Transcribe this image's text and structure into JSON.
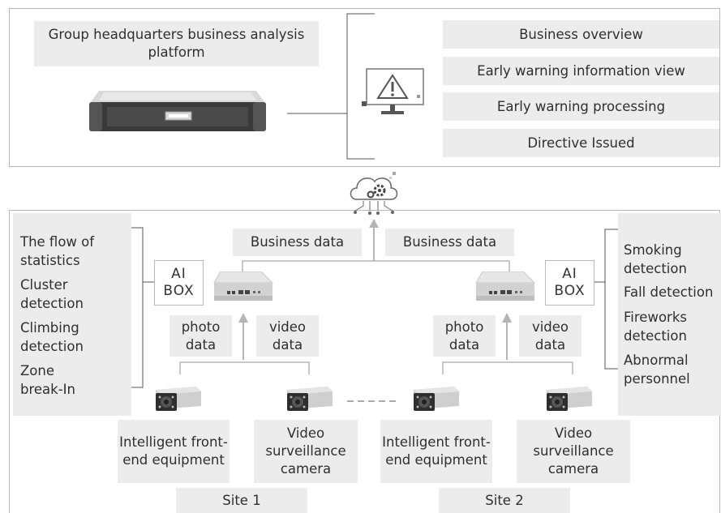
{
  "platform": {
    "title": "Group headquarters business analysis platform",
    "functions": [
      "Business overview",
      "Early warning information view",
      "Early warning processing",
      "Directive Issued"
    ]
  },
  "business_data_label": "Business data",
  "ai_box_label": [
    "AI",
    "BOX"
  ],
  "photo_data_label": "photo data",
  "video_data_label": "video data",
  "left_detections": [
    "The flow of statistics",
    "Cluster detection",
    "Climbing detection",
    "Zone break-In"
  ],
  "right_detections": [
    "Smoking detection",
    "Fall detection",
    "Fireworks detection",
    "Abnormal personnel"
  ],
  "devices": {
    "front_end": "Intelligent front-end equipment",
    "camera": "Video surveillance camera"
  },
  "sites": [
    "Site 1",
    "Site 2"
  ]
}
